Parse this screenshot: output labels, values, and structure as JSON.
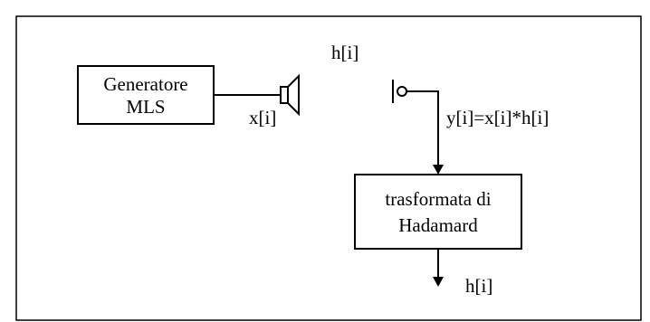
{
  "diagram": {
    "generator_box": {
      "line1": "Generatore",
      "line2": "MLS"
    },
    "signal_x_label": "x[i]",
    "impulse_response_label": "h[i]",
    "signal_y_label": "y[i]=x[i]*h[i]",
    "transform_box": {
      "line1": "trasformata di",
      "line2": "Hadamard"
    },
    "output_label": "h[i]"
  }
}
